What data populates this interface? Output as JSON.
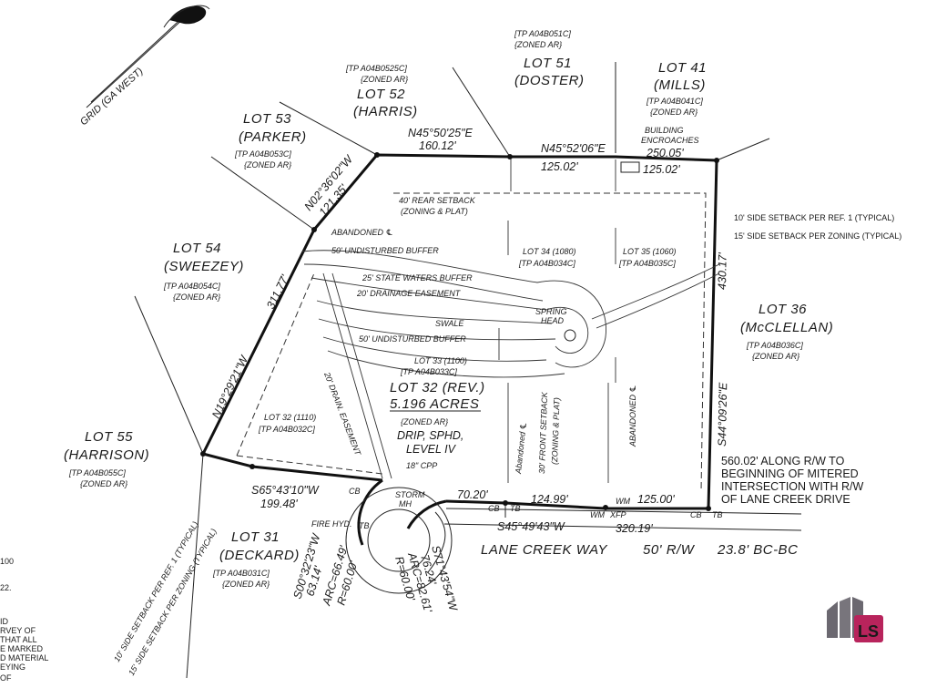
{
  "north_arrow": {
    "label": "GRID (GA WEST)"
  },
  "lots": [
    {
      "key": "lot41",
      "name": "LOT 41",
      "owner": "(MILLS)",
      "tp": "[TP A04B041C]",
      "zone": "{ZONED AR}"
    },
    {
      "key": "lot51",
      "name": "LOT 51",
      "owner": "(DOSTER)",
      "tp": "[TP A04B051C]",
      "zone": "{ZONED AR}"
    },
    {
      "key": "lot52",
      "name": "LOT 52",
      "owner": "(HARRIS)",
      "tp": "[TP A04B0525C]",
      "zone": "{ZONED AR}"
    },
    {
      "key": "lot53",
      "name": "LOT 53",
      "owner": "(PARKER)",
      "tp": "[TP A04B053C]",
      "zone": "{ZONED AR}"
    },
    {
      "key": "lot54",
      "name": "LOT 54",
      "owner": "(SWEEZEY)",
      "tp": "[TP A04B054C]",
      "zone": "{ZONED AR}"
    },
    {
      "key": "lot55",
      "name": "LOT 55",
      "owner": "(HARRISON)",
      "tp": "[TP A04B055C]",
      "zone": "{ZONED AR}"
    },
    {
      "key": "lot36",
      "name": "LOT 36",
      "owner": "(McCLELLAN)",
      "tp": "[TP A04B036C]",
      "zone": "{ZONED AR}"
    },
    {
      "key": "lot31",
      "name": "LOT 31",
      "owner": "(DECKARD)",
      "tp": "[TP A04B031C]",
      "zone": "{ZONED AR}"
    }
  ],
  "subject": {
    "name": "LOT 32 (REV.)",
    "acres": "5.196 ACRES",
    "zone": "{ZONED AR}",
    "drip": "DRIP, SPHD,",
    "level": "LEVEL IV"
  },
  "old_lots": [
    {
      "name": "LOT 34 (1080)",
      "tp": "[TP A04B034C]"
    },
    {
      "name": "LOT 35 (1060)",
      "tp": "[TP A04B035C]"
    },
    {
      "name": "LOT 33 (1100)",
      "tp": "[TP A04B033C]"
    },
    {
      "name": "LOT 32 (1110)",
      "tp": "[TP A04B032C]"
    }
  ],
  "bearings": {
    "north_west": "N45°50'25\"E",
    "north_west_dist": "160.12'",
    "north_mid": "N45°52'06\"E",
    "north_mid_dist": "125.02'",
    "north_east_dist": "250.05'",
    "north_east_sub": "125.02'",
    "nw_bearing": "N02°36'02\"W",
    "nw_dist": "121.35'",
    "west_dist": "311.77'",
    "west_bearing": "N19°29'21\"W",
    "sw_bearing": "S65°43'10\"W",
    "sw_dist": "199.48'",
    "east_dist": "430.17'",
    "east_bearing": "S44°09'26\"E",
    "south_dist_1": "70.20'",
    "south_dist_2": "124.99'",
    "south_dist_3": "125.00'",
    "road_bearing": "S45°49'43\"W",
    "road_dist": "320.19'",
    "arc1_bearing": "S00°32'23\"W",
    "arc1_chord": "63.14'",
    "arc1_len": "ARC=66.49'",
    "arc1_r": "R=60.00'",
    "arc2_bearing": "S71°43'54\"W",
    "arc2_chord": "76.24'",
    "arc2_len": "ARC=82.61'",
    "arc2_r": "R=60.00'"
  },
  "notes": {
    "encroach_1": "BUILDING",
    "encroach_2": "ENCROACHES",
    "rear_setback_1": "40' REAR SETBACK",
    "rear_setback_2": "(ZONING & PLAT)",
    "abandoned_top": "ABANDONED ℄",
    "undisturbed_top": "50' UNDISTURBED BUFFER",
    "state_waters": "25' STATE WATERS BUFFER",
    "drainage": "20' DRAINAGE EASEMENT",
    "swale": "SWALE",
    "undisturbed_bottom": "50' UNDISTURBED BUFFER",
    "spring_1": "SPRING",
    "spring_2": "HEAD",
    "side_ref": "10' SIDE SETBACK PER REF. 1 (TYPICAL)",
    "side_zoning": "15' SIDE SETBACK PER ZONING (TYPICAL)",
    "drain_easement": "20' DRAIN. EASEMENT",
    "abandoned_1": "Abandoned ℄",
    "abandoned_2": "ABANDONED ℄",
    "front_setback_1": "30' FRONT SETBACK",
    "front_setback_2": "(ZONING & PLAT)",
    "cpp": "18\" CPP",
    "storm_1": "STORM",
    "storm_2": "MH",
    "fire_hyd": "FIRE HYD.",
    "cb1": "CB",
    "tb1": "TB",
    "cb2": "CB",
    "tb2": "TB",
    "wm1": "WM",
    "wm2": "WM",
    "xfp": "XFP",
    "cb3": "CB",
    "tb3": "TB",
    "rw_note_1": "560.02' ALONG R/W TO",
    "rw_note_2": "BEGINNING OF MITERED",
    "rw_note_3": "INTERSECTION WITH R/W",
    "rw_note_4": "OF LANE CREEK DRIVE",
    "road_name": "LANE CREEK WAY",
    "road_rw": "50' R/W",
    "road_bc": "23.8' BC-BC",
    "side_ref_sw": "10' SIDE SETBACK PER REF. 1 (TYPICAL)",
    "side_zoning_sw": "15' SIDE SETBACK PER ZONING (TYPICAL)"
  },
  "margin_fragments": [
    "100",
    "22.",
    "ID",
    "RVEY OF",
    "THAT ALL",
    "E MARKED",
    "D MATERIAL",
    "EYING",
    "OF"
  ],
  "watermark": {
    "letters": "LS"
  }
}
